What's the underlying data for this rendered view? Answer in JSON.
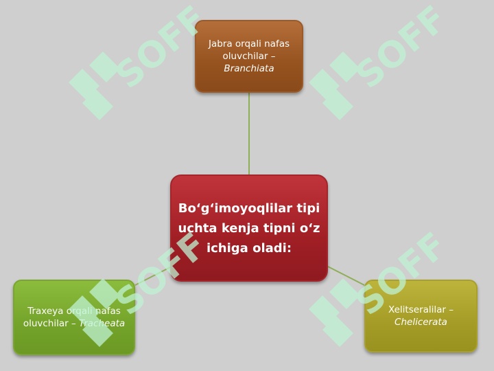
{
  "diagram": {
    "center": {
      "text": "Bo‘g‘imoyoqlilar tipi uchta kenja tipni o‘z ichiga oladi:"
    },
    "branches": [
      {
        "id": "top",
        "text": "Jabra orqali nafas oluvchilar – ",
        "latin": "Branchiata"
      },
      {
        "id": "left",
        "text": "Traxeya orqali nafas oluvchilar – ",
        "latin": "Tracheata"
      },
      {
        "id": "right",
        "text": "Xelitseralilar – ",
        "latin": "Chelicerata"
      }
    ]
  },
  "watermark": {
    "text": "SOFF",
    "color": "#bff2d3"
  },
  "colors": {
    "background": "#cfcfcf",
    "connector": "#8fae5a",
    "top_node": "#9a5a2a",
    "center_node": "#a01f25",
    "left_node": "#7aa530",
    "right_node": "#a49c26"
  }
}
